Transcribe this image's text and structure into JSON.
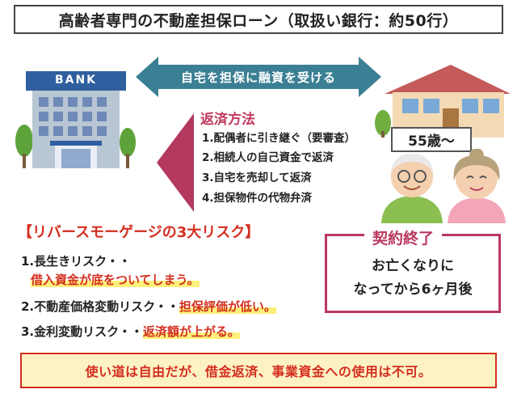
{
  "header": {
    "title": "高齢者専門の不動産担保ローン（取扱い銀行：約50行）"
  },
  "top_arrow": {
    "label": "自宅を担保に融資を受ける"
  },
  "bank": {
    "sign": "BANK"
  },
  "repayment": {
    "title": "返済方法",
    "items": [
      "1.配偶者に引き継ぐ（要審査）",
      "2.相続人の自己資金で返済",
      "3.自宅を売却して返済",
      "4.担保物件の代物弁済"
    ]
  },
  "age_label": "55歳〜",
  "risks": {
    "title": "【リバースモーゲージの3大リスク】",
    "item1": {
      "prefix": "1.長生きリスク・・",
      "highlight": "借入資金が底をついてしまう。"
    },
    "item2": {
      "prefix": "2.不動産価格変動リスク・・",
      "highlight": "担保評価が低い。"
    },
    "item3": {
      "prefix": "3.金利変動リスク・・",
      "highlight": "返済額が上がる。"
    }
  },
  "contract_end": {
    "title": "契約終了",
    "line1": "お亡くなりに",
    "line2": "なってから6ヶ月後"
  },
  "footer_note": "使い道は自由だが、借金返済、事業資金への使用は不可。",
  "colors": {
    "arrow_blue": "#3b7f94",
    "repay_pink": "#c0395e",
    "risk_red": "#d42e1f",
    "highlight_yellow": "#fdf07a",
    "footer_bg": "#fdf2c4"
  }
}
